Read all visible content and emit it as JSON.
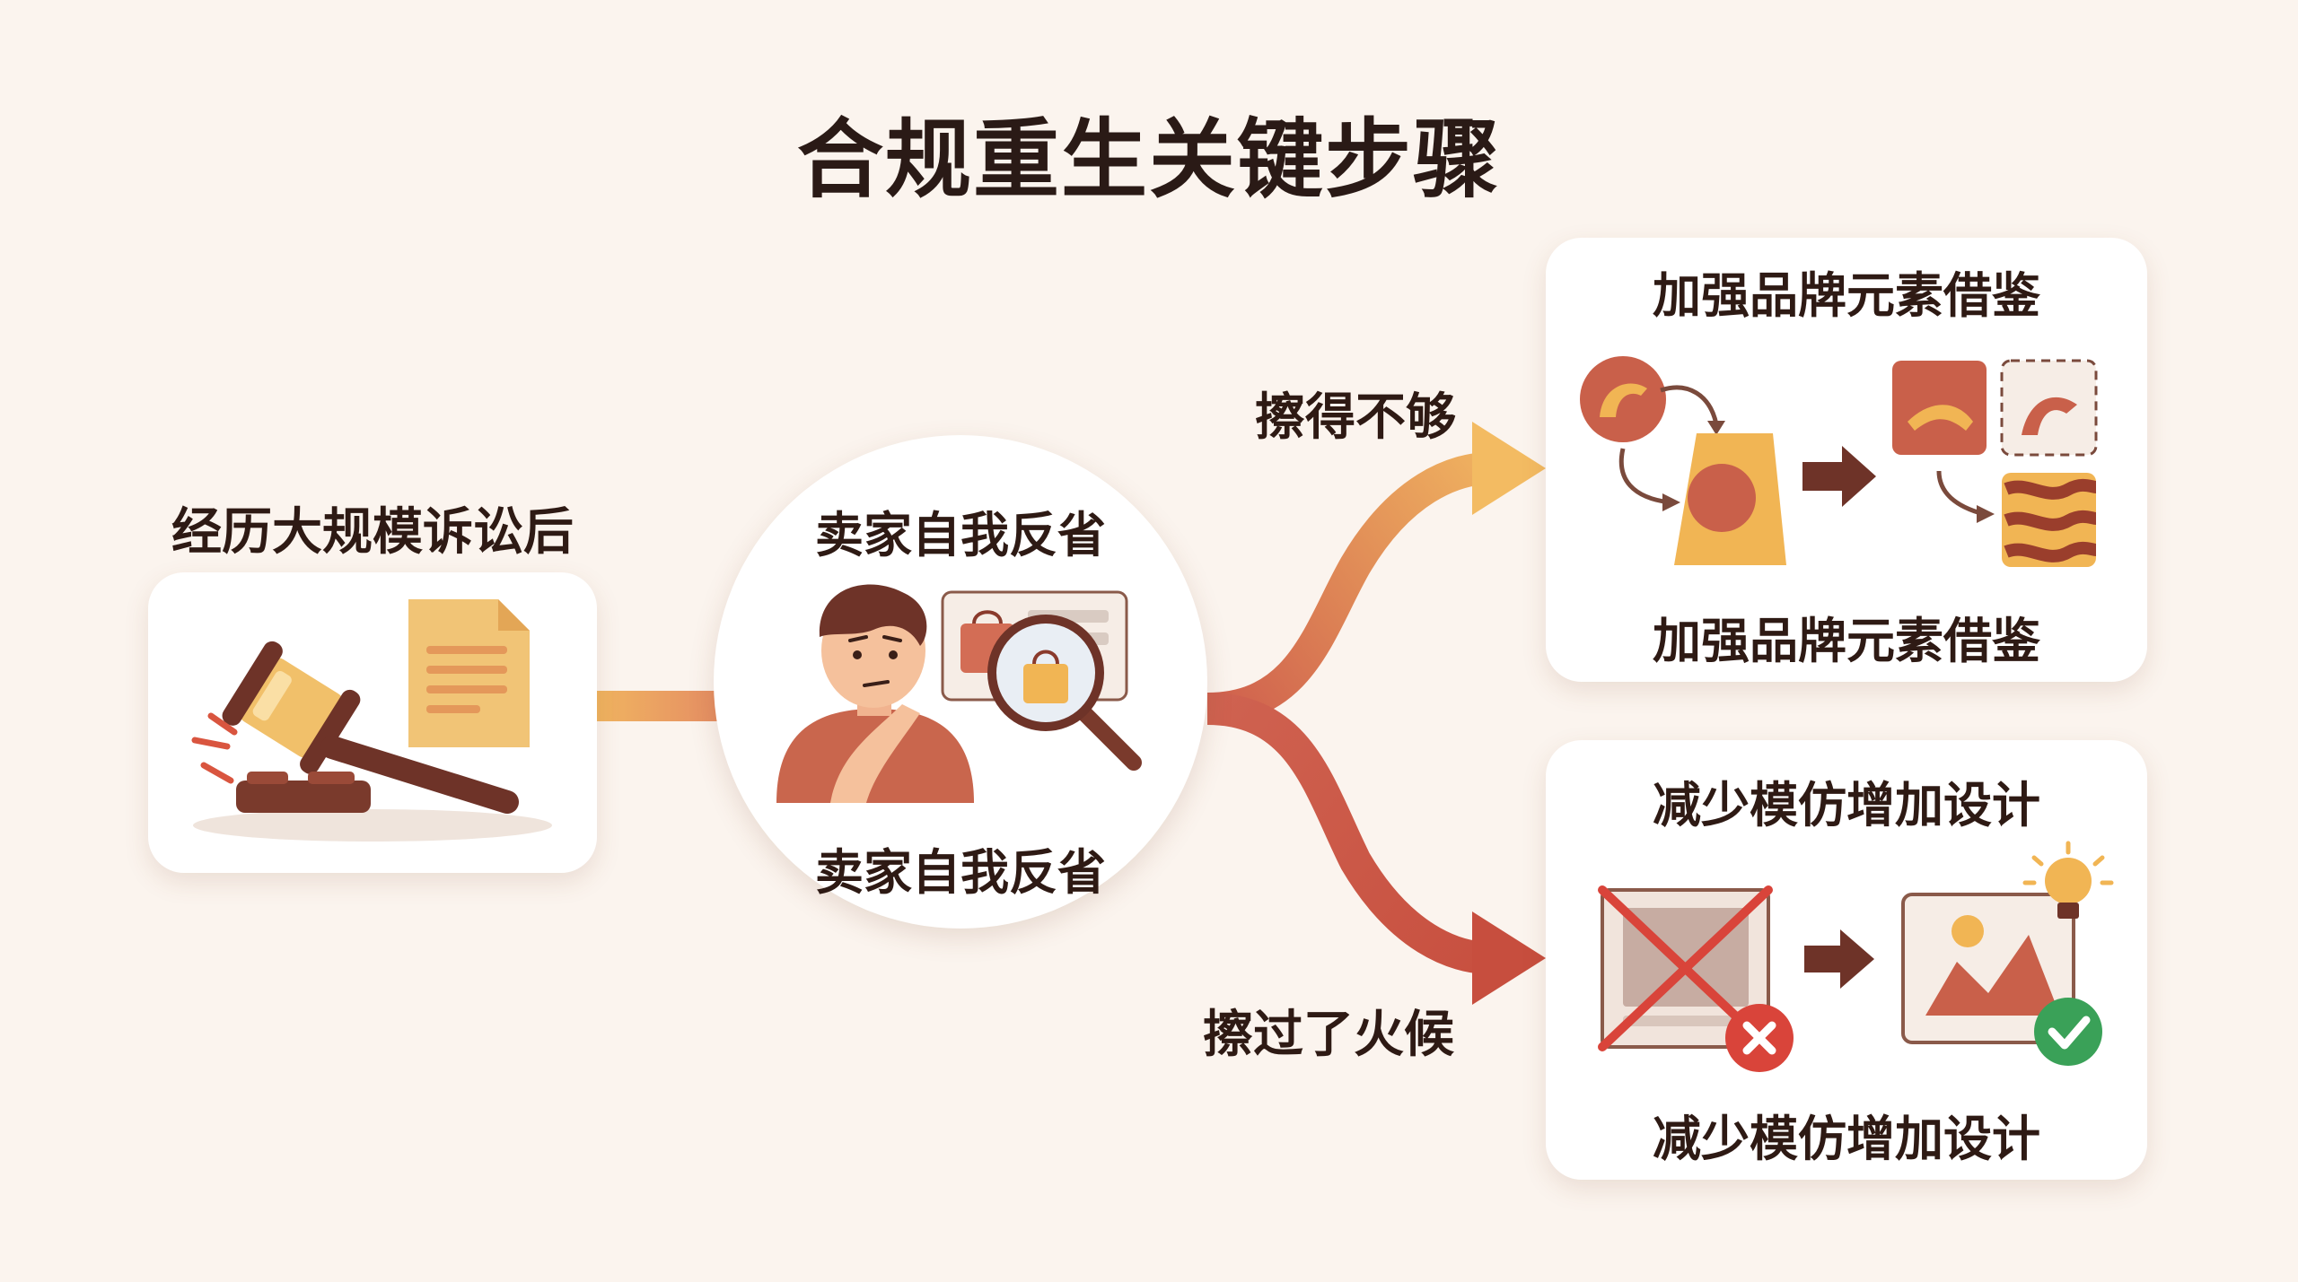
{
  "title": "合规重生关键步骤",
  "step1": {
    "label": "经历大规模诉讼后",
    "icon": "gavel-lawsuit-icon"
  },
  "step2": {
    "label_top": "卖家自我反省",
    "label_bottom": "卖家自我反省",
    "icon": "thinking-seller-icon"
  },
  "branch_upper": {
    "path_label": "擦得不够",
    "card_title": "加强品牌元素借鉴",
    "card_caption": "加强品牌元素借鉴",
    "icon": "brand-elements-icon"
  },
  "branch_lower": {
    "path_label": "擦过了火候",
    "card_title": "减少模仿增加设计",
    "card_caption": "减少模仿增加设计",
    "icon": "original-design-icon"
  },
  "colors": {
    "background": "#fbf4ee",
    "orange": "#f0b460",
    "rust": "#c9604a",
    "brown": "#6e3328",
    "red_cross": "#d9443a",
    "green_check": "#3aa158"
  }
}
